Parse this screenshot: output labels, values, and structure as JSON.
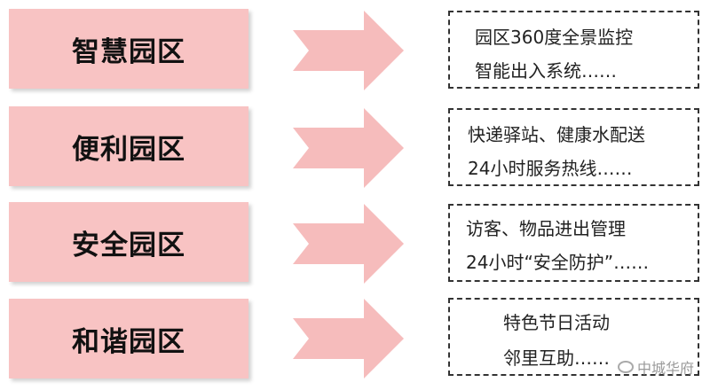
{
  "rows": [
    {
      "category": "智慧园区",
      "lines": [
        "园区360度全景监控",
        "智能出入系统……"
      ]
    },
    {
      "category": "便利园区",
      "lines": [
        "快递驿站、健康水配送",
        "24小时服务热线……"
      ]
    },
    {
      "category": "安全园区",
      "lines": [
        "访客、物品进出管理",
        "24小时“安全防护”……"
      ]
    },
    {
      "category": "和谐园区",
      "lines": [
        "特色节日活动",
        "邻里互助……"
      ]
    }
  ],
  "watermark": "中城华府",
  "colors": {
    "box_fill": "#f8c3c3",
    "arrow_fill": "#f6bcbc",
    "border": "#333333"
  }
}
